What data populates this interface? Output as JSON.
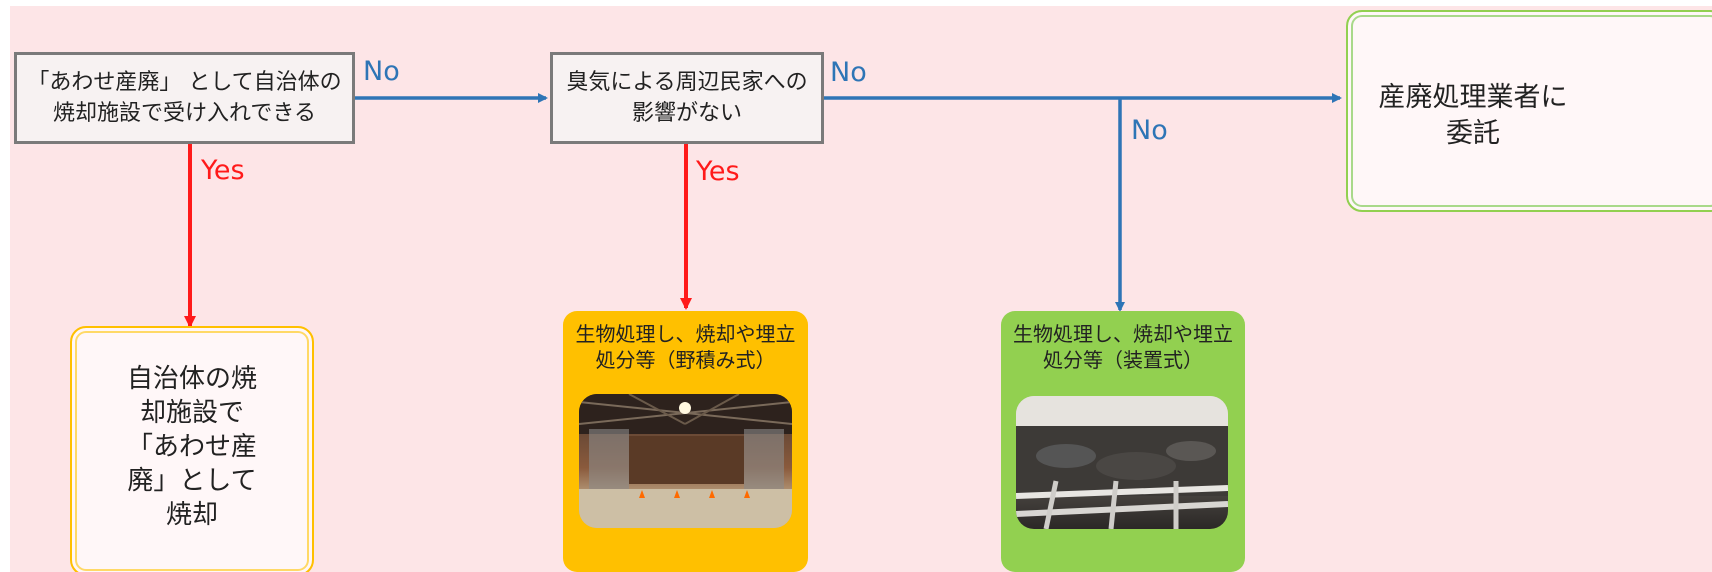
{
  "flowchart": {
    "decision1": "「あわせ産廃」 として自治体の焼却施設で受け入れできる",
    "decision2": "臭気による周辺民家への影響がない",
    "no_label_1": "No",
    "no_label_2": "No",
    "no_label_3": "No",
    "yes_label_1": "Yes",
    "yes_label_2": "Yes",
    "result_municipal": "自治体の焼却施設で「あわせ産廃」として焼却",
    "result_outsource": "産廃処理業者に委託",
    "result_open": "生物処理し、焼却や埋立処分等（野積み式）",
    "result_device": "生物処理し、焼却や埋立処分等（装置式）",
    "photo_open": "open-pile-facility-photo",
    "photo_device": "device-facility-photo"
  },
  "colors": {
    "background": "#fde5e7",
    "no_arrow": "#2e75b6",
    "yes_arrow": "#ff1a1a",
    "open_card": "#ffc000",
    "device_card": "#92d050",
    "municipal_outline": "#ffc000",
    "outsource_outline": "#92d050"
  }
}
